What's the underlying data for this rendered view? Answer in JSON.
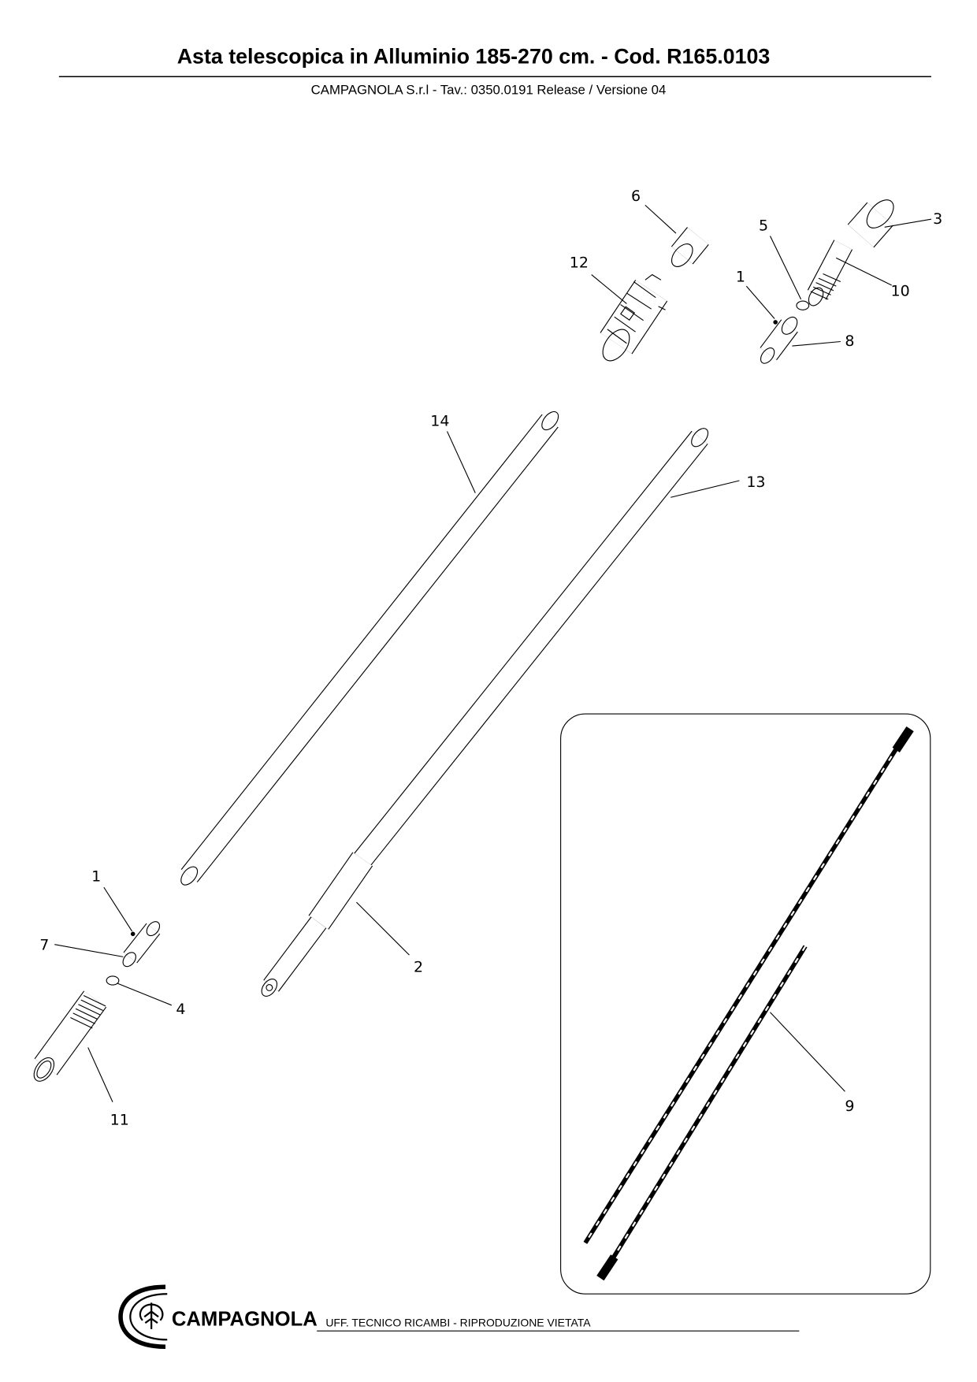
{
  "header": {
    "title": "Asta telescopica in Alluminio 185-270 cm. - Cod. R165.0103",
    "subtitle": "CAMPAGNOLA S.r.l - Tav.: 0350.0191 Release / Versione 04"
  },
  "callouts": {
    "c6": "6",
    "c12": "12",
    "c5": "5",
    "c3": "3",
    "c1a": "1",
    "c10": "10",
    "c8": "8",
    "c14": "14",
    "c13": "13",
    "c1b": "1",
    "c7": "7",
    "c2": "2",
    "c4": "4",
    "c11": "11",
    "c9": "9"
  },
  "footer": {
    "brand": "CAMPAGNOLA",
    "notice": "UFF. TECNICO RICAMBI - RIPRODUZIONE VIETATA"
  }
}
